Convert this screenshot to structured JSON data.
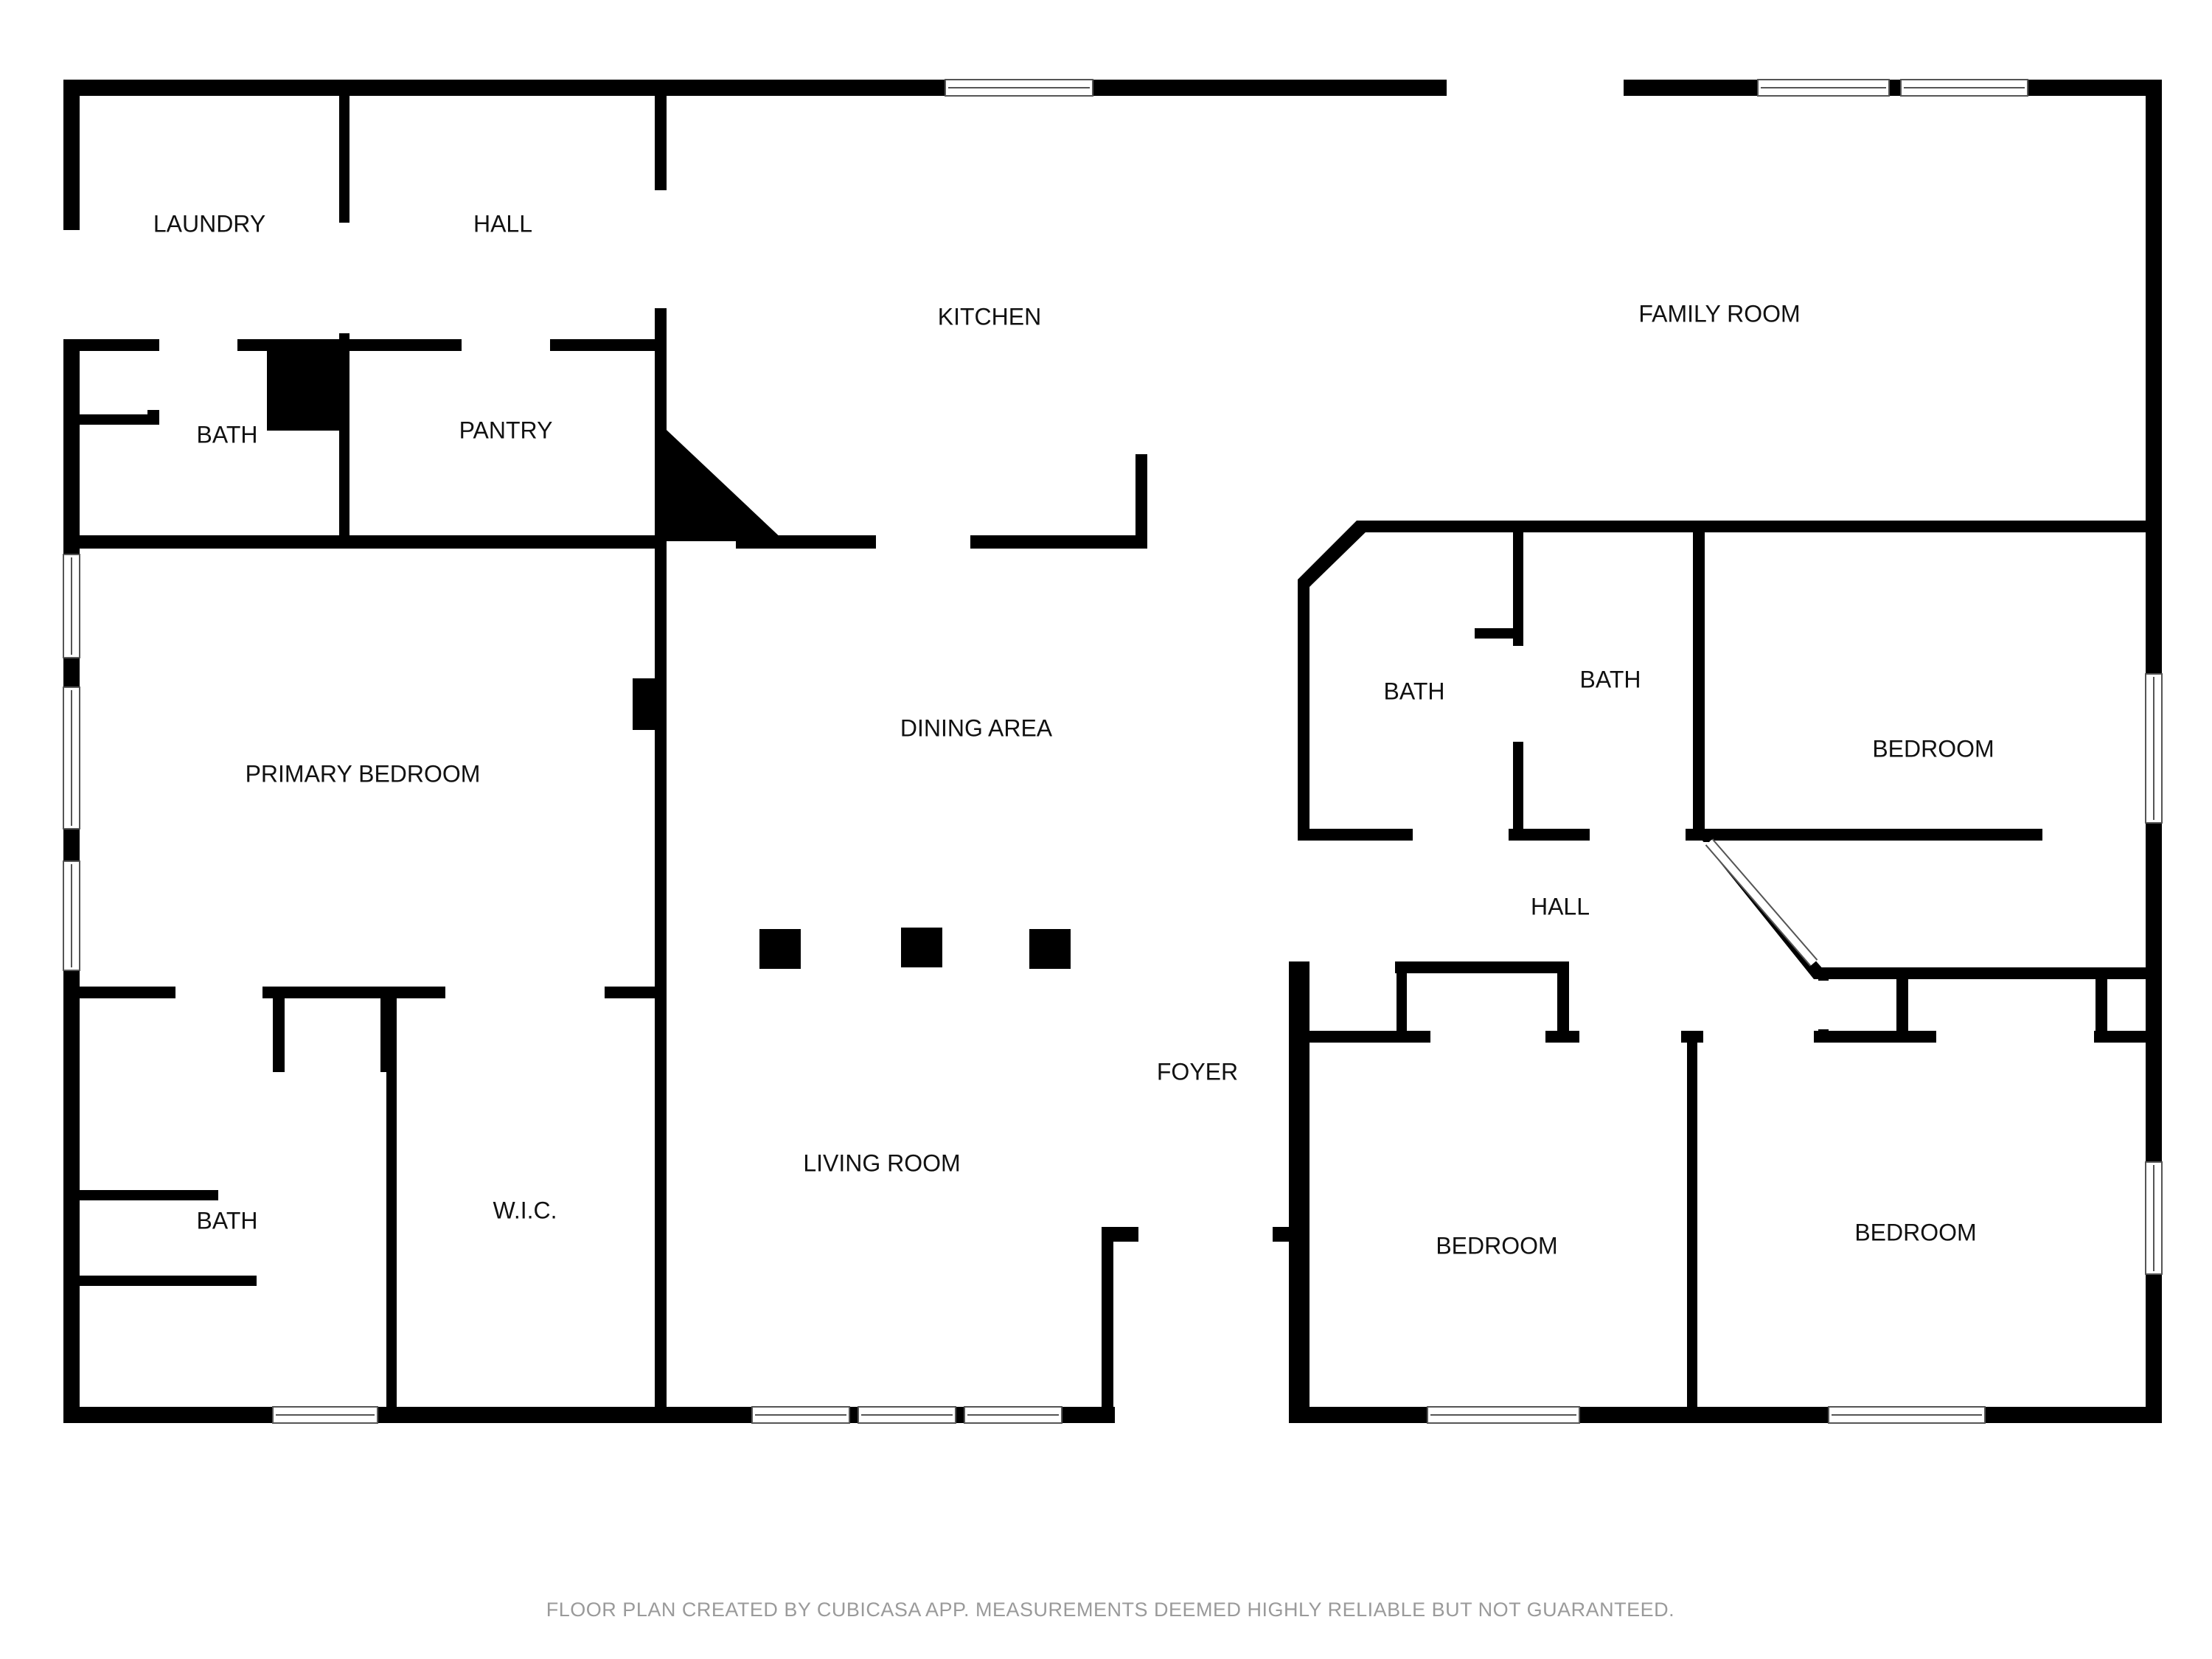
{
  "rooms": {
    "laundry": "LAUNDRY",
    "hall_top": "HALL",
    "bath_small": "BATH",
    "pantry": "PANTRY",
    "kitchen": "KITCHEN",
    "family_room": "FAMILY ROOM",
    "primary_bedroom": "PRIMARY BEDROOM",
    "dining_area": "DINING AREA",
    "bath_center_left": "BATH",
    "bath_center_right": "BATH",
    "bedroom_east": "BEDROOM",
    "hall_center": "HALL",
    "foyer": "FOYER",
    "living_room": "LIVING ROOM",
    "bath_primary": "BATH",
    "wic": "W.I.C.",
    "bedroom_south_middle": "BEDROOM",
    "bedroom_south_east": "BEDROOM"
  },
  "footer": {
    "note": "FLOOR PLAN CREATED BY CUBICASA APP. MEASUREMENTS DEEMED HIGHLY RELIABLE BUT NOT GUARANTEED."
  },
  "colors": {
    "wall": "#000000",
    "background": "#ffffff",
    "footer_text": "#9a9a9a"
  }
}
